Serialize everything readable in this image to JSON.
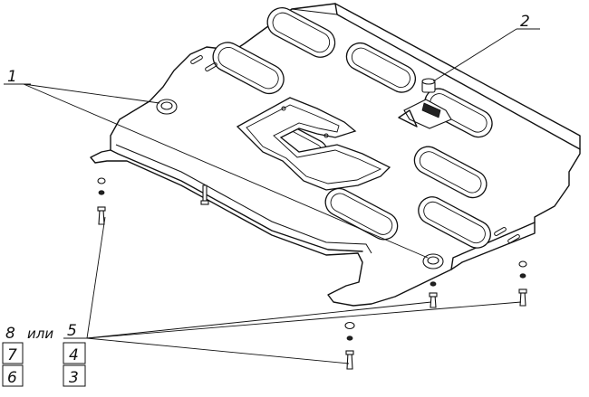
{
  "callouts": {
    "c1": "1",
    "c2": "2",
    "c5": "5",
    "c4": "4",
    "c3": "3",
    "c8": "8",
    "or_word": "или",
    "c7": "7",
    "c6": "6"
  }
}
